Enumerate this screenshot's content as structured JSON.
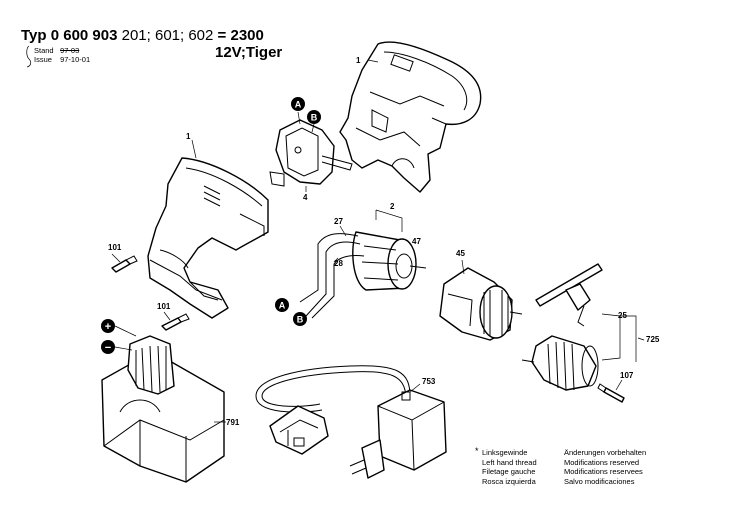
{
  "header": {
    "type_prefix": "Typ 0 600 903",
    "type_suffix": " 201; 601; 602 ",
    "type_total": "= 2300",
    "model": "12V;Tiger",
    "stand_label": "Stand",
    "stand_value": "97-03",
    "issue_label": "Issue",
    "issue_value": "97-10-01"
  },
  "callouts": {
    "housing_top": "1",
    "housing_main": "1",
    "switch": "4",
    "motor": "2",
    "wire_27": "27",
    "wire_28": "28",
    "motor_47": "47",
    "gearbox": "45",
    "screw_101a": "101",
    "screw_101b": "101",
    "chuck_key_25": "25",
    "chuck_725": "725",
    "screw_107": "107",
    "charger": "753",
    "battery": "791",
    "marker_a1": "A",
    "marker_b1": "B",
    "marker_a2": "A",
    "marker_b2": "B",
    "plus": "+",
    "minus": "−"
  },
  "notes": {
    "star": "*",
    "de_left": "Linksgewinde",
    "en_left": "Left hand thread",
    "fr_left": "Filetage gauche",
    "es_left": "Rosca izquierda",
    "de_right": "Änderungen vorbehalten",
    "en_right": "Modifications reserved",
    "fr_right": "Modifications reservees",
    "es_right": "Salvo modificaciones"
  }
}
